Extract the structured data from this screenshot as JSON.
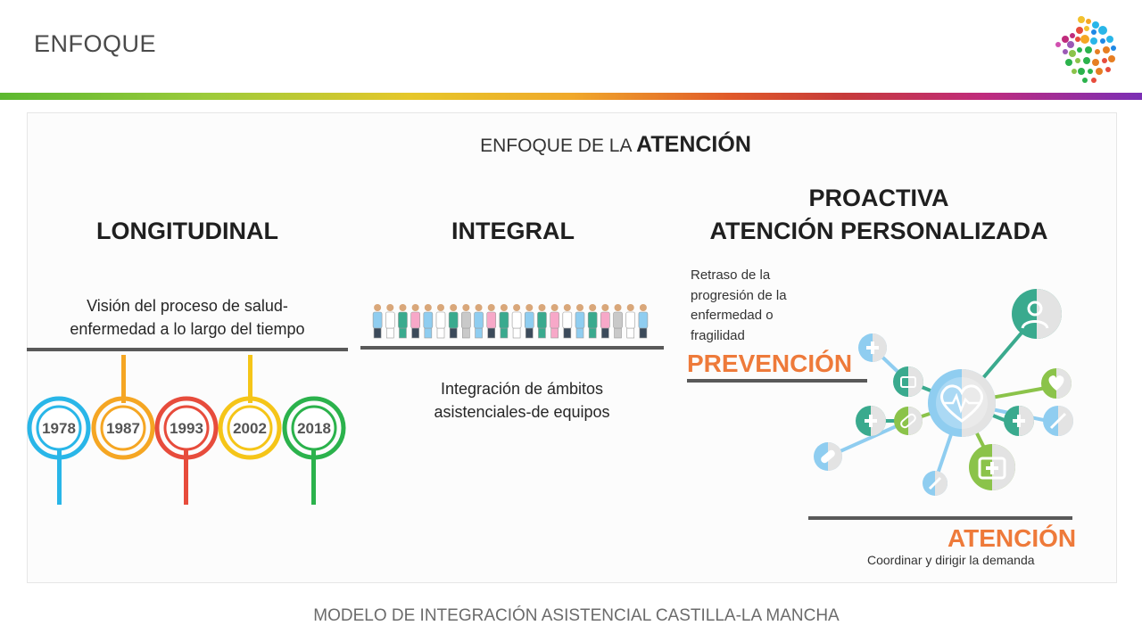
{
  "header": {
    "title": "ENFOQUE"
  },
  "main": {
    "heading_prefix": "ENFOQUE DE LA",
    "heading_strong": "ATENCIÓN"
  },
  "columns": {
    "longitudinal": {
      "title": "LONGITUDINAL",
      "description_line1": "Visión del proceso de salud-",
      "description_line2": "enfermedad a lo largo del tiempo",
      "years": [
        "1978",
        "1987",
        "1993",
        "2002",
        "2018"
      ],
      "year_colors": [
        "#29b6e8",
        "#f5a623",
        "#e74c3c",
        "#f5c518",
        "#2bb24c"
      ]
    },
    "integral": {
      "title": "INTEGRAL",
      "description_line1": "Integración de ámbitos",
      "description_line2": "asistenciales-de equipos"
    },
    "proactiva": {
      "title_line1": "PROACTIVA",
      "title_line2": "ATENCIÓN PERSONALIZADA",
      "note_lines": [
        "Retraso de la",
        "progresión de la",
        "enfermedad o",
        "fragilidad"
      ],
      "prevention_label": "PREVENCIÓN",
      "attention_label": "ATENCIÓN",
      "attention_note": "Coordinar y dirigir la demanda"
    }
  },
  "footer": {
    "text": "MODELO DE INTEGRACIÓN ASISTENCIAL CASTILLA-LA MANCHA"
  },
  "colors": {
    "accent_orange": "#ee7a3a",
    "teal": "#3aaa8e",
    "light_blue": "#8fcdf0",
    "green": "#8bc34a"
  },
  "icons": [
    "brand-logo-icon",
    "heart-pulse-icon",
    "doctor-icon",
    "first-aid-kit-icon",
    "pill-icon",
    "syringe-icon"
  ]
}
